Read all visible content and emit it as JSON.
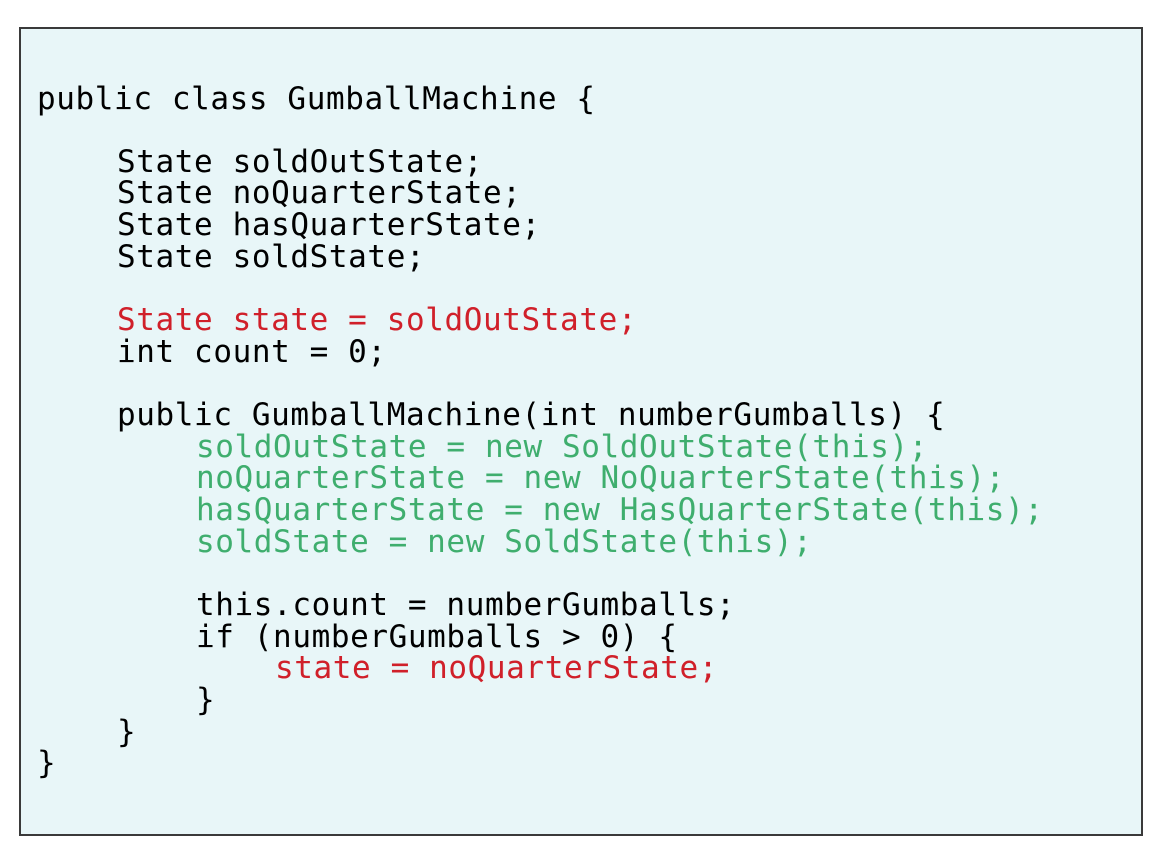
{
  "code_slide": {
    "lines": [
      {
        "text": "public class GumballMachine {",
        "color": "#000000"
      },
      {
        "text": "State soldOutState;",
        "color": "#000000"
      },
      {
        "text": "State noQuarterState;",
        "color": "#000000"
      },
      {
        "text": "State hasQuarterState;",
        "color": "#000000"
      },
      {
        "text": "State soldState;",
        "color": "#000000"
      },
      {
        "text": "State state = soldOutState;",
        "color": "#d0202a"
      },
      {
        "text": "int count = 0;",
        "color": "#000000"
      },
      {
        "text": "public GumballMachine(int numberGumballs) {",
        "color": "#000000"
      },
      {
        "text": "soldOutState = new SoldOutState(this);",
        "color": "#3fae6e"
      },
      {
        "text": "noQuarterState = new NoQuarterState(this);",
        "color": "#3fae6e"
      },
      {
        "text": "hasQuarterState = new HasQuarterState(this);",
        "color": "#3fae6e"
      },
      {
        "text": "soldState = new SoldState(this);",
        "color": "#3fae6e"
      },
      {
        "text": "this.count = numberGumballs;",
        "color": "#000000"
      },
      {
        "text": "if (numberGumballs > 0) {",
        "color": "#000000"
      },
      {
        "text": "state = noQuarterState;",
        "color": "#d0202a"
      },
      {
        "text": "}",
        "color": "#000000"
      },
      {
        "text": "}",
        "color": "#000000"
      },
      {
        "text": "}",
        "color": "#000000"
      }
    ]
  }
}
